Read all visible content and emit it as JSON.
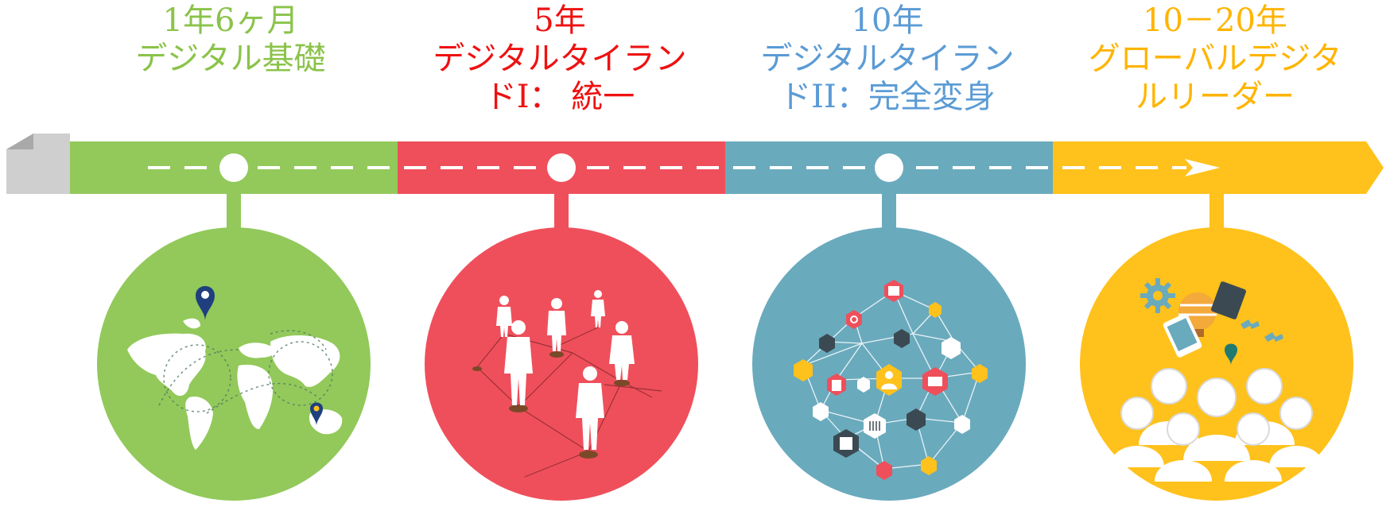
{
  "colors": {
    "green": "#92c95a",
    "red": "#ef4f5b",
    "blue": "#6aaabd",
    "yellow": "#ffc11c",
    "gray": "#cfcfcf",
    "title_green": "#8bc34a",
    "title_red": "#ee1111",
    "title_blue": "#5b9bd5",
    "title_yellow": "#ffb400"
  },
  "stages": [
    {
      "lines": [
        "1年6ヶ月",
        "デジタル基礎"
      ],
      "icon": "world-map-icon"
    },
    {
      "lines": [
        "5年",
        "デジタルタイラン",
        "ドI： 統一"
      ],
      "icon": "business-network-people-icon"
    },
    {
      "lines": [
        "10年",
        "デジタルタイラン",
        "ドII：完全変身"
      ],
      "icon": "digital-hexagon-network-icon"
    },
    {
      "lines": [
        "10－20年",
        "グローバルデジタ",
        "ルリーダー"
      ],
      "icon": "global-crowd-devices-icon"
    }
  ]
}
